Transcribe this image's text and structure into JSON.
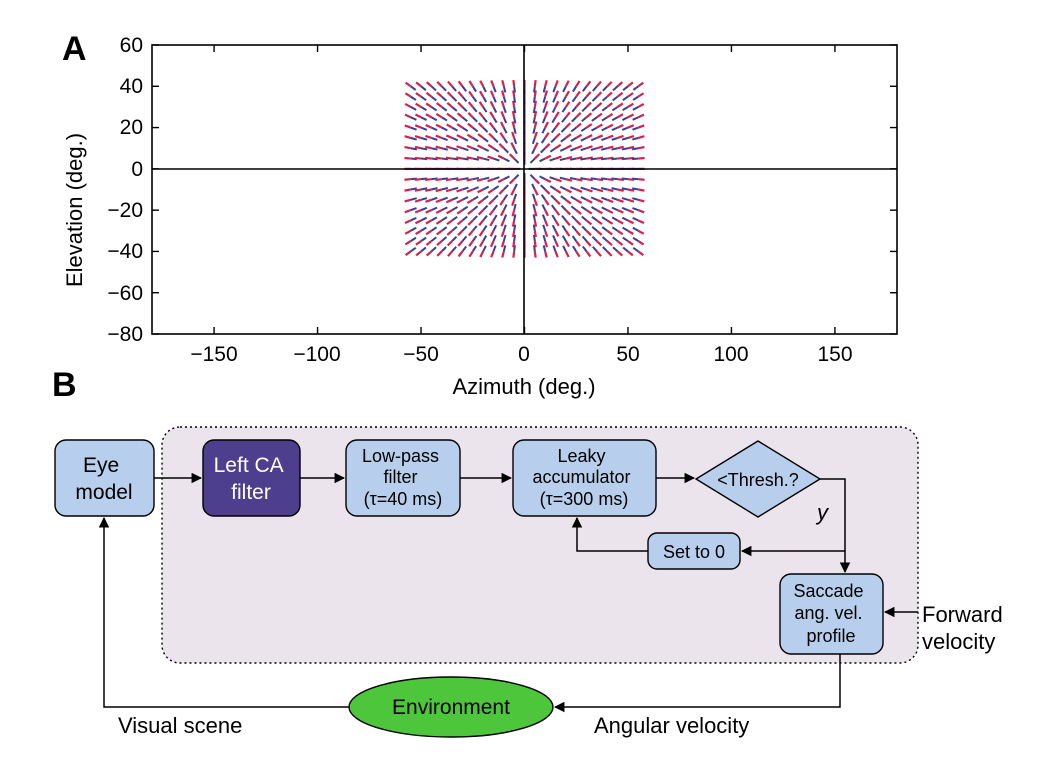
{
  "panel_a": {
    "letter": "A",
    "x_ticks": [
      "−150",
      "−100",
      "−50",
      "0",
      "50",
      "100",
      "150"
    ],
    "y_ticks": [
      "60",
      "40",
      "20",
      "0",
      "−20",
      "−40",
      "−60",
      "−80"
    ],
    "xlabel": "Azimuth (deg.)",
    "ylabel": "Elevation (deg.)",
    "colors": {
      "arrow_head": "#d8204a",
      "arrow_tail": "#3c3d9a",
      "axis": "#000000"
    }
  },
  "chart_data": {
    "type": "quiver",
    "description_units": "degrees",
    "xlabel": "Azimuth (deg.)",
    "ylabel": "Elevation (deg.)",
    "xlim": [
      -180,
      180
    ],
    "ylim": [
      -80,
      60
    ],
    "x_ticks": [
      -150,
      -100,
      -50,
      0,
      50,
      100,
      150
    ],
    "y_ticks": [
      60,
      40,
      20,
      0,
      -20,
      -40,
      -60,
      -80
    ],
    "grid": false,
    "field": "radial expansion from (0, 0)",
    "azimuth_range": [
      -55,
      55
    ],
    "elevation_range": [
      -40,
      40
    ],
    "azimuth_step": 5,
    "elevation_step": 5,
    "reference_lines": {
      "x": 0,
      "y": 0
    }
  },
  "panel_b": {
    "letter": "B",
    "eye_model": [
      "Eye",
      "model"
    ],
    "left_ca": [
      "Left CA",
      "filter"
    ],
    "lowpass": [
      "Low-pass",
      "filter",
      "(τ=40 ms)"
    ],
    "leaky": [
      "Leaky",
      "accumulator",
      "(τ=300 ms)"
    ],
    "thresh": "<Thresh.?",
    "yes_label": "y",
    "set_zero": "Set to 0",
    "saccade": [
      "Saccade",
      "ang. vel.",
      "profile"
    ],
    "forward": [
      "Forward",
      "velocity"
    ],
    "environment": "Environment",
    "visual_scene": "Visual scene",
    "angular_velocity": "Angular velocity",
    "colors": {
      "box_fill": "#b7cfec",
      "left_ca_fill": "#4d3e8e",
      "module_bg": "#ece4ec",
      "environment_fill": "#4dc63b"
    }
  }
}
